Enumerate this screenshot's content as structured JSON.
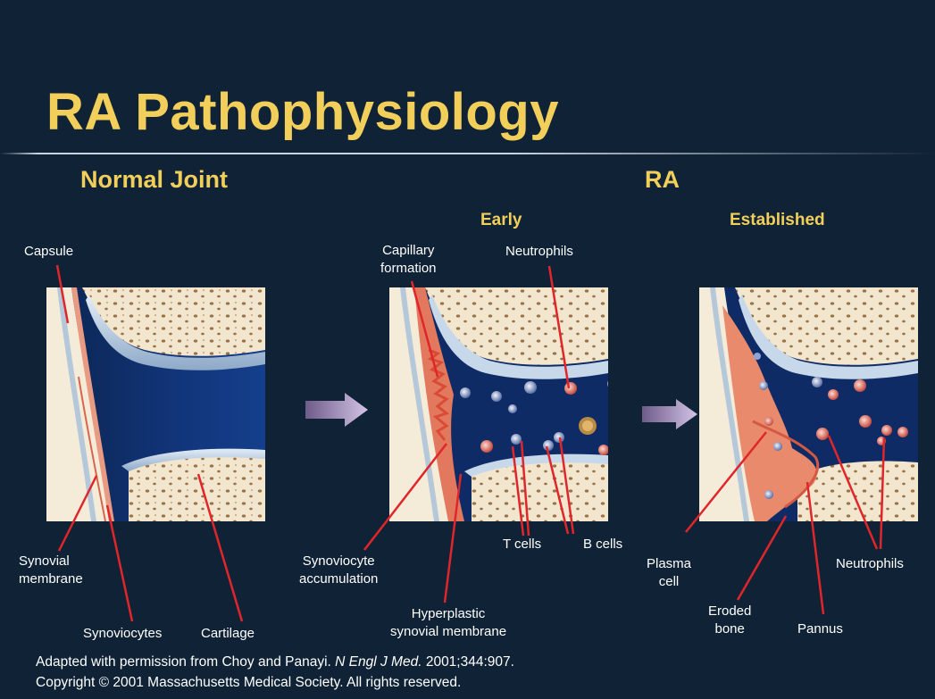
{
  "title": "RA Pathophysiology",
  "headings": {
    "normal": "Normal Joint",
    "ra": "RA",
    "early": "Early",
    "established": "Established"
  },
  "labels": {
    "capsule": "Capsule",
    "synovial_membrane": "Synovial\nmembrane",
    "synoviocytes": "Synoviocytes",
    "cartilage": "Cartilage",
    "capillary_formation": "Capillary\nformation",
    "neutrophils_early": "Neutrophils",
    "synoviocyte_accumulation": "Synoviocyte\naccumulation",
    "hyperplastic_membrane": "Hyperplastic\nsynovial membrane",
    "t_cells": "T cells",
    "b_cells": "B cells",
    "plasma_cell": "Plasma\ncell",
    "eroded_bone": "Eroded\nbone",
    "pannus": "Pannus",
    "neutrophils_established": "Neutrophils"
  },
  "citation": {
    "prefix": "Adapted with permission from Choy and Panayi. ",
    "journal": "N Engl J Med.",
    "suffix": " 2001;344:907.",
    "line2": "Copyright © 2001 Massachusetts Medical Society. All rights reserved."
  },
  "colors": {
    "background": "#102235",
    "title": "#f1cf5a",
    "leader_lines": "#e0262a",
    "arrow": "#b9a3cf"
  }
}
